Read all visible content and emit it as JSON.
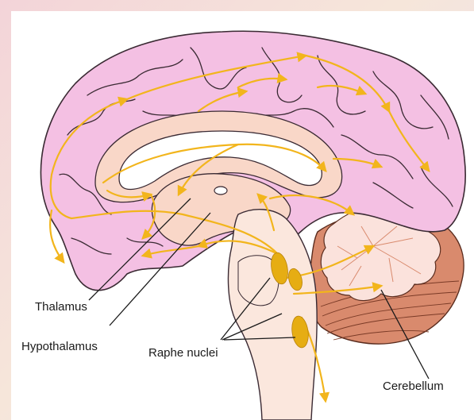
{
  "labels": {
    "thalamus": "Thalamus",
    "hypothalamus": "Hypothalamus",
    "raphe": "Raphe nuclei",
    "cerebellum": "Cerebellum"
  },
  "colors": {
    "cortex": "#f4c0e3",
    "cortex_stroke": "#3a2a33",
    "inner": "#f9d7c8",
    "ventricle": "#ffffff",
    "brainstem": "#fbe7dd",
    "cerebellum": "#d98a6d",
    "cerebellum_white": "#fbe2dc",
    "pathway": "#f2b51c",
    "nuclei": "#e6ad13",
    "background_frame": "#ffffff"
  },
  "icons": {
    "arrowhead": "triangle-arrow-icon"
  }
}
